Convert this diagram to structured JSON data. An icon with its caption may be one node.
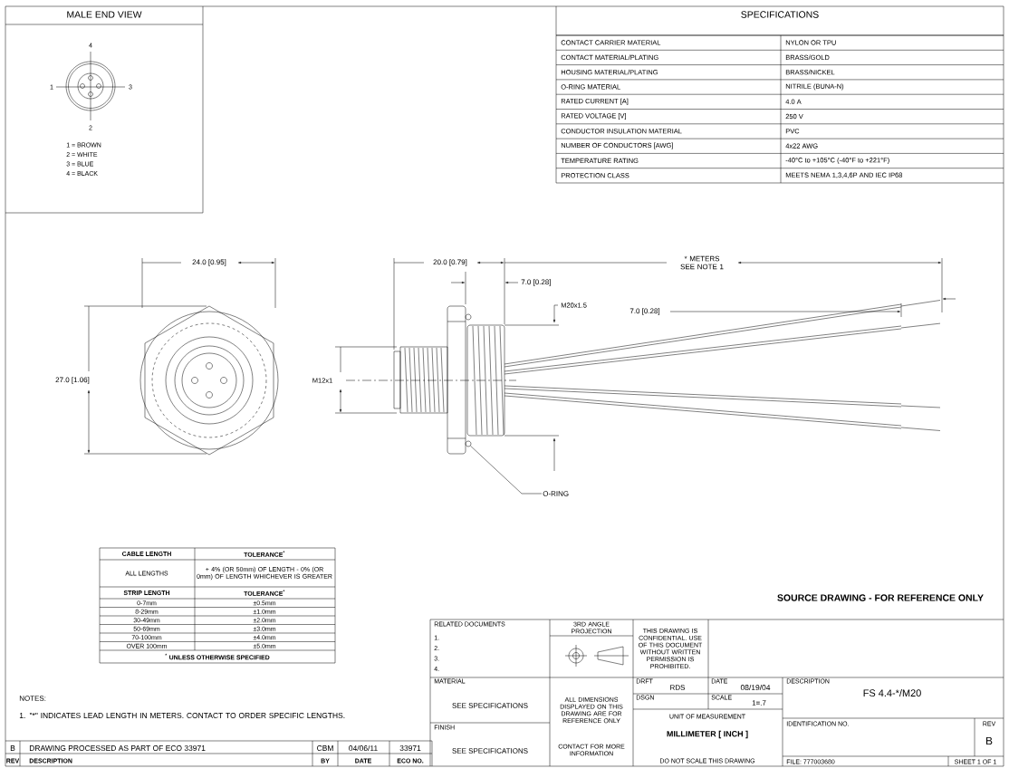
{
  "diagram": {
    "nodes": [
      {
        "text": [
          "O-RING"
        ]
      },
      {
        "text": [],
        "shape": "circle"
      }
    ],
    "edges": [
      {
        "from": 0,
        "to": 1,
        "arrow": "none"
      }
    ],
    "labels": [
      "MALE END VIEW",
      "4",
      "1",
      "3",
      "2",
      "1 = BROWN",
      "2 = WHITE",
      "3 = BLUE",
      "4 = BLACK",
      "SPECIFICATIONS",
      "CONTACT CARRIER MATERIAL",
      "NYLON OR TPU",
      "CONTACT MATERIAL/PLATING",
      "BRASS/GOLD",
      "HOUSING MATERIAL/PLATING",
      "BRASS/NICKEL",
      "O-RING MATERIAL",
      "NITRILE (BUNA-N)",
      "RATED CURRENT [A]",
      "4.0 A",
      "RATED VOLTAGE [V]",
      "250 V",
      "CONDUCTOR INSULATION MATERIAL",
      "PVC",
      "NUMBER OF CONDUCTORS [AWG]",
      "4x22 AWG",
      "TEMPERATURE RATING",
      "-40°C to +105°C (-40°F to +221°F)",
      "PROTECTION CLASS",
      "MEETS NEMA 1,3,4,6P AND IEC IP68",
      "24.0 [0.95]",
      "27.0 [1.06]",
      "20.0 [0.79]",
      "* METERS SEE NOTE 1",
      "7.0 [0.28]",
      "M20x1.5",
      "M12x1",
      "7.0 [0.28]",
      "CABLE LENGTH",
      "TOLERANCE$^{*}$",
      "ALL LENGTHS",
      "+ 4% (OR 50mm) OF LENGTH - 0% (OR 0mm) OF LENGTH WHICHEVER IS GREATER",
      "STRIP LENGTH",
      "TOLERANCE$^{*}$",
      "0-7mm",
      "±0.5mm",
      "8-29mm",
      "±1.0mm",
      "30-49mm",
      "±2.0mm",
      "50-69mm",
      "±3.0mm",
      "70-100mm",
      "±4.0mm",
      "OVER 100mm",
      "±5.0mm",
      "$^{*}$ UNLESS OTHERWISE SPECIFIED",
      "SOURCE DRAWING - FOR REFERENCE ONLY",
      "NOTES:",
      "1. \"*\" INDICATES LEAD LENGTH IN METERS. CONTACT TO ORDER SPECIFIC LENGTHS.",
      "B",
      "DRAWING PROCESSED AS PART OF ECO 33971",
      "CBM",
      "04/06/11",
      "33971",
      "REV",
      "DESCRIPTION",
      "BY",
      "DATE",
      "ECO NO.",
      "RELATED DOCUMENTS",
      "1.",
      "2.",
      "3.",
      "4.",
      "3RD ANGLE PROJECTION",
      "THIS DRAWING IS CONFIDENTIAL. USE OF THIS DOCUMENT WITHOUT WRITTEN PERMISSION IS PROHIBITED.",
      "MATERIAL",
      "SEE SPECIFICATIONS",
      "FINISH",
      "SEE SPECIFICATIONS",
      "ALL DIMENSIONS DISPLAYED ON THIS DRAWING ARE FOR REFERENCE ONLY",
      "CONTACT FOR MORE INFORMATION",
      "DRFT",
      "RDS",
      "DATE",
      "08/19/04",
      "DSGN",
      "SCALE",
      "1=.7",
      "UNIT OF MEASUREMENT",
      "MILLIMETER [ INCH ]",
      "DO NOT SCALE THIS DRAWING",
      "DESCRIPTION",
      "FS 4.4-*/M20",
      "IDENTIFICATION NO.",
      "REV",
      "B",
      "FILE: 777003680",
      "SHEET 1 OF 1"
    ]
  }
}
